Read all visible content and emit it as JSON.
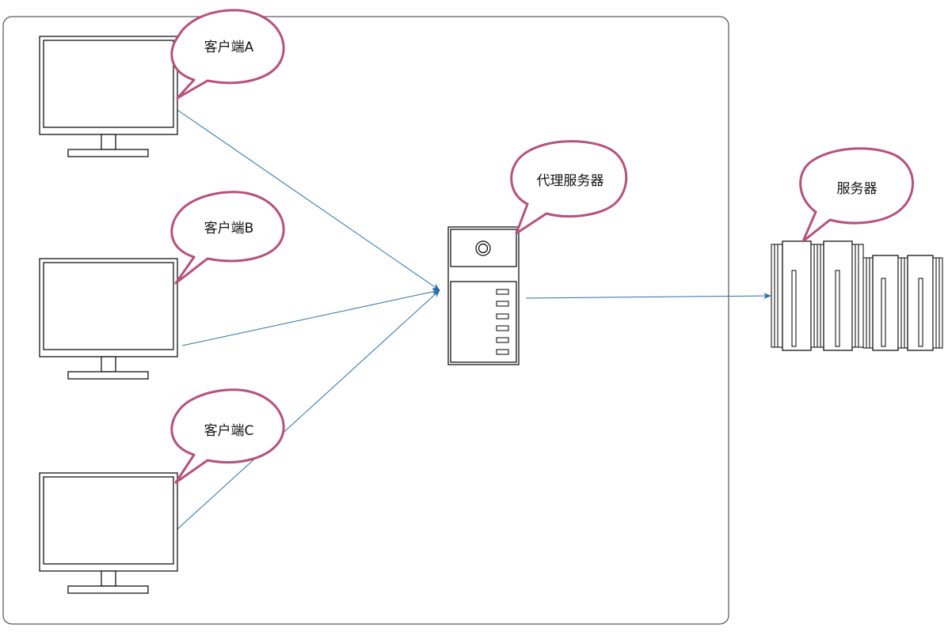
{
  "colors": {
    "background": "#ffffff",
    "frame_stroke": "#333333",
    "device_stroke": "#000000",
    "arrow": "#2b6ea3",
    "bubble_stroke": "#b5527d",
    "bubble_fill": "#ffffff"
  },
  "labels": {
    "client_a": "客户端A",
    "client_b": "客户端B",
    "client_c": "客户端C",
    "proxy": "代理服务器",
    "server": "服务器"
  },
  "icons": {
    "client": "monitor-icon",
    "proxy": "tower-server-icon",
    "server": "server-rack-icon"
  }
}
